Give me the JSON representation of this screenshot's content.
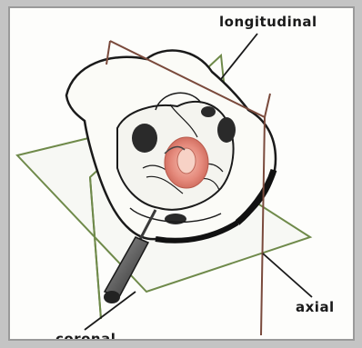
{
  "labels": {
    "longitudinal": "longitudinal",
    "axial": "axial",
    "coronal": "coronal"
  },
  "colors": {
    "background": "#c4c4c4",
    "panel": "#fdfdfb",
    "longitudinal_plane": "#7a4a3c",
    "axial_plane": "#6f8a4a",
    "coronal_plane": "#6f8a4a",
    "pelvis_outline": "#1a1a1a",
    "target_region": "#e58a7c"
  }
}
